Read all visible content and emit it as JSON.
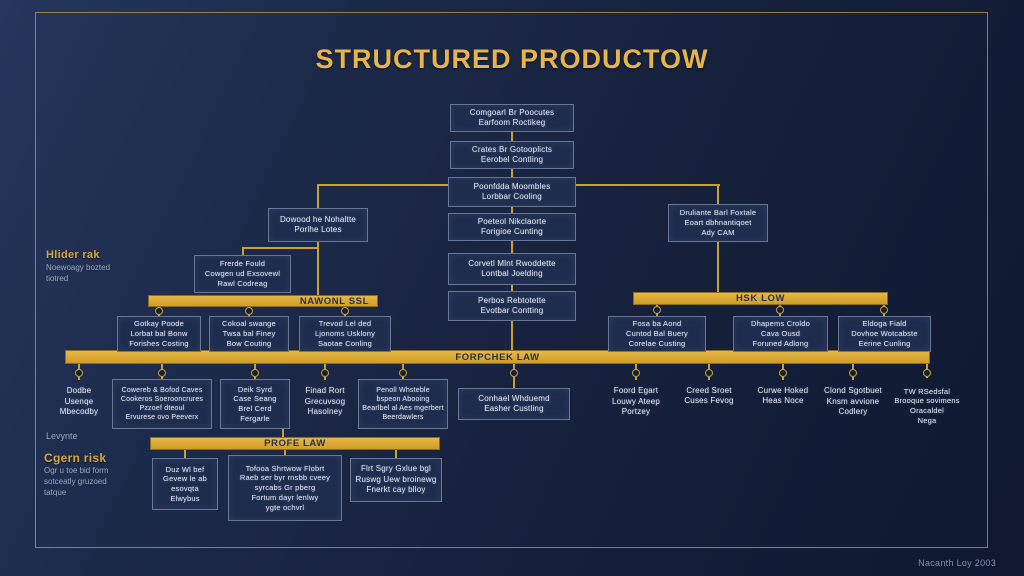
{
  "title": "STRUCTURED PRODUCTOW",
  "footer": "Nacanth Loy 2003",
  "colors": {
    "background": "#16213c",
    "gold": "#d9a62e",
    "box_border": "#96a5c4",
    "node_text": "#dfe6f2"
  },
  "bars": {
    "nawonl": "NAWONL SSL",
    "hsk": "HSK LOW",
    "forpchek": "FORPCHEK LAW",
    "profe": "PROFE LAW"
  },
  "side_labels": {
    "hlider": {
      "title": "Hlider rak",
      "lines": [
        "Noewoagy bozted",
        "tiotred"
      ]
    },
    "levynte": "Levynte",
    "cgern": {
      "title": "Cgern risk",
      "lines": [
        "Ogr u toe bid form",
        "sotceatly gruzoed",
        "tatque"
      ]
    }
  },
  "nodes": {
    "c1": {
      "lines": [
        "Comgoarl Br Poocutes",
        "Earfoom Roctikeg"
      ]
    },
    "c2": {
      "lines": [
        "Crates Br Gotooplicts",
        "Eerobel Contling"
      ]
    },
    "c3": {
      "lines": [
        "Poonfdda Moombles",
        "Lorbbar Cooling"
      ]
    },
    "c4": {
      "lines": [
        "Poeteol Nikclaorte",
        "Forigioe Cunting"
      ]
    },
    "c5": {
      "lines": [
        "Corvetl Mlnt Rwoddette",
        "Lontbal Joelding"
      ]
    },
    "c6": {
      "lines": [
        "Perbos Rebtotette",
        "Evotbar Contting"
      ]
    },
    "lb": {
      "lines": [
        "Dowood he Nohaltte",
        "Porlhe Lotes"
      ]
    },
    "rb": {
      "lines": [
        "Druliante Barl Foxtale",
        "Eoart dbhnantiqoet",
        "Ady CAM"
      ]
    },
    "ls": {
      "lines": [
        "Frerde Fould",
        "Cowgen ud Exsovewl",
        "Rawl Codreag"
      ]
    },
    "n1": {
      "lines": [
        "Gotkay Poode",
        "Lorbat bal Bonw",
        "Forishes Costing"
      ]
    },
    "n2": {
      "lines": [
        "Cokoal swange",
        "Twsa bal Finey",
        "Bow Couting"
      ]
    },
    "n3": {
      "lines": [
        "Trevod Lel ded",
        "Ljonoms Usklony",
        "Saotae Conling"
      ]
    },
    "h1": {
      "lines": [
        "Fosa ba Aond",
        "Cuntod Bal Buery",
        "Corelae Custing"
      ]
    },
    "h2": {
      "lines": [
        "Dhapems Croldo",
        "Cava Ousd",
        "Foruned Adlong"
      ]
    },
    "h3": {
      "lines": [
        "Eldoga Fiald",
        "Dovhoe Wotcabste",
        "Eerine Cunling"
      ]
    },
    "f1": {
      "lines": [
        "Dodbe",
        "Usenqe",
        "Mbecodby"
      ]
    },
    "f2": {
      "lines": [
        "Cowereb & Bofod Caves",
        "Cookeros Soerooncrures",
        "Pzzoef dteoul",
        "Ervurese ovo Peeverx"
      ]
    },
    "f3": {
      "lines": [
        "Deik Syrd",
        "Case Seang",
        "Brel Cerd",
        "Fergarle"
      ]
    },
    "f4": {
      "lines": [
        "Finad Rort",
        "Grecuvsog",
        "Hasolney"
      ]
    },
    "f5": {
      "lines": [
        "Penoll Whsteble",
        "bspeon Abooing",
        "Bearlbel al Aes mgerbert",
        "Beerdawlers"
      ]
    },
    "f6": {
      "lines": [
        "Conhael Whduemd",
        "Easher Custling"
      ]
    },
    "f7": {
      "lines": [
        "Foord Egart",
        "Louwy Ateep",
        "Portzey"
      ]
    },
    "f8": {
      "lines": [
        "Creed Sroet",
        "Cuses Fevog"
      ]
    },
    "f9": {
      "lines": [
        "Curwe Hoked",
        "Heas Noce"
      ]
    },
    "f10": {
      "lines": [
        "Clond Sgotbuet",
        "Knsm avvione",
        "Codlery"
      ]
    },
    "f11": {
      "lines": [
        "TW RSedsfal",
        "Brooque sovimens",
        "Oracaldel",
        "Nega"
      ]
    },
    "p1": {
      "lines": [
        "Duz Wl bef",
        "Gevew le ab",
        "esovqta",
        "Elwybus"
      ]
    },
    "p2": {
      "lines": [
        "Tofooa Shrtwow Flobrt",
        "Raeb ser byr rnsbb cveey",
        "syrcabs Gr pberg",
        "Fortum dayr lenlwy",
        "ygte ochvrl"
      ]
    },
    "p3": {
      "lines": [
        "Flrt Sgry Gxlue bgl",
        "Ruswg Uew broinewg",
        "Fnerkt cay blloy"
      ]
    }
  }
}
